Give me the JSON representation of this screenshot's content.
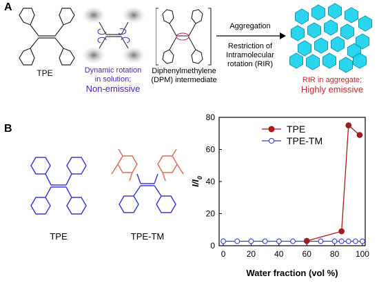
{
  "panel_a": {
    "letter": "A",
    "tpe_label": "TPE",
    "dynamic_label_1": "Dynamic rotation",
    "dynamic_label_2": "in solution;",
    "nonemissive_label": "Non-emissive",
    "dpm_label_1": "Diphenylmethylene",
    "dpm_label_2": "(DPM) intermediate",
    "arrow_top_label": "Aggregation",
    "arrow_bottom_1": "Restriction of",
    "arrow_bottom_2": "Intramolecular",
    "arrow_bottom_3": "rotation (RIR)",
    "rir_label_1": "RIR in aggregate;",
    "rir_label_2": "Highly emissive",
    "colors": {
      "purple": "#4b1fb0",
      "red": "#d2232a",
      "cyan": "#19d3ec"
    }
  },
  "panel_b": {
    "letter": "B",
    "tpe_label": "TPE",
    "tpetm_label": "TPE-TM",
    "colors": {
      "blue_structure": "#3b3bd6",
      "red_structure": "#e46b5b"
    }
  },
  "chart_data": {
    "type": "line",
    "xlabel": "Water fraction (vol %)",
    "ylabel": "I/I",
    "ylabel_sub": "0",
    "xlim": [
      -3,
      102
    ],
    "ylim": [
      0,
      80
    ],
    "xticks": [
      0,
      20,
      40,
      60,
      80,
      100
    ],
    "yticks": [
      0,
      20,
      40,
      60,
      80
    ],
    "legend_position": "top-right",
    "series": [
      {
        "name": "TPE",
        "color": "#a21c1c",
        "marker": "filled-circle",
        "x": [
          60,
          85,
          90,
          98
        ],
        "y": [
          3,
          9,
          75,
          69
        ]
      },
      {
        "name": "TPE-TM",
        "color": "#3b3bd6",
        "marker": "open-circle",
        "x": [
          0,
          10,
          20,
          30,
          40,
          50,
          60,
          70,
          80,
          85,
          90,
          95,
          100
        ],
        "y": [
          2.8,
          2.8,
          2.8,
          2.8,
          2.8,
          2.8,
          2.8,
          2.8,
          2.8,
          2.8,
          2.8,
          2.8,
          2.8
        ]
      }
    ]
  }
}
